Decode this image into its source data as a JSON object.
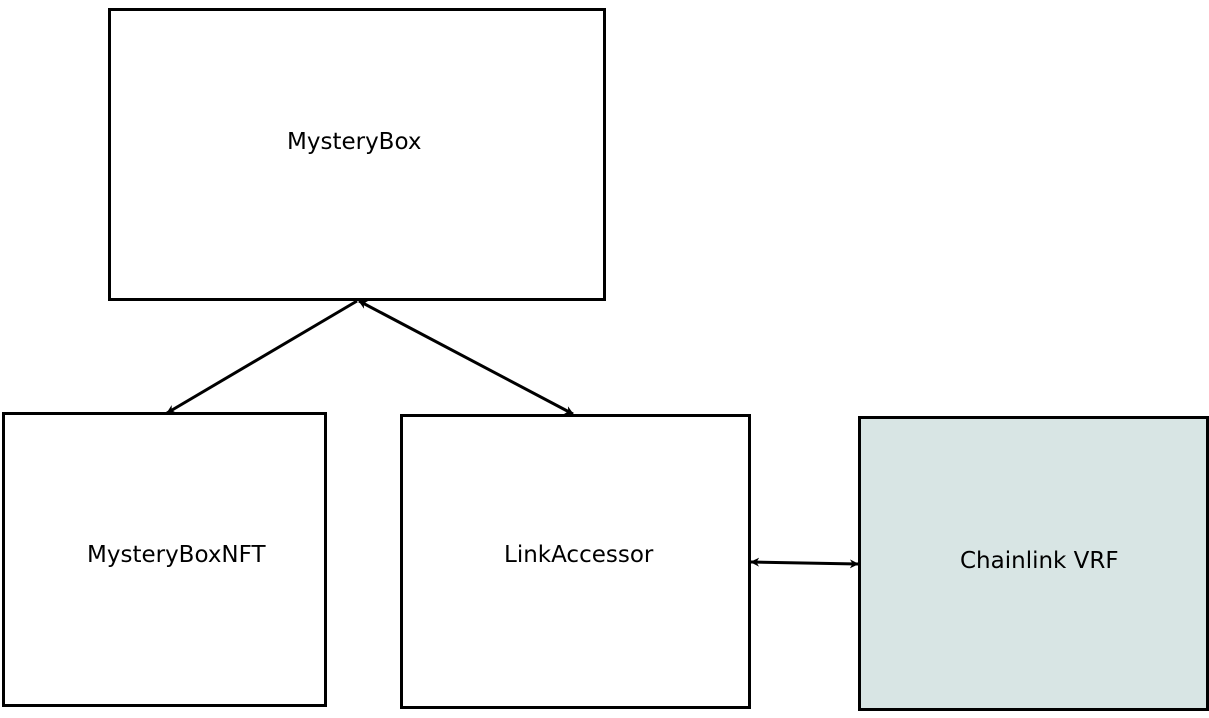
{
  "diagram": {
    "nodes": {
      "mysterybox": {
        "label": "MysteryBox"
      },
      "nft": {
        "label": "MysteryBoxNFT"
      },
      "link": {
        "label": "LinkAccessor"
      },
      "vrf": {
        "label": "Chainlink VRF",
        "fill": "#d8e5e4"
      }
    },
    "edges": [
      {
        "from": "MysteryBox",
        "to": "MysteryBoxNFT",
        "direction": "forward"
      },
      {
        "from": "MysteryBox",
        "to": "LinkAccessor",
        "direction": "both"
      },
      {
        "from": "LinkAccessor",
        "to": "Chainlink VRF",
        "direction": "both"
      }
    ],
    "colors": {
      "stroke": "#000000",
      "background": "#ffffff"
    }
  }
}
